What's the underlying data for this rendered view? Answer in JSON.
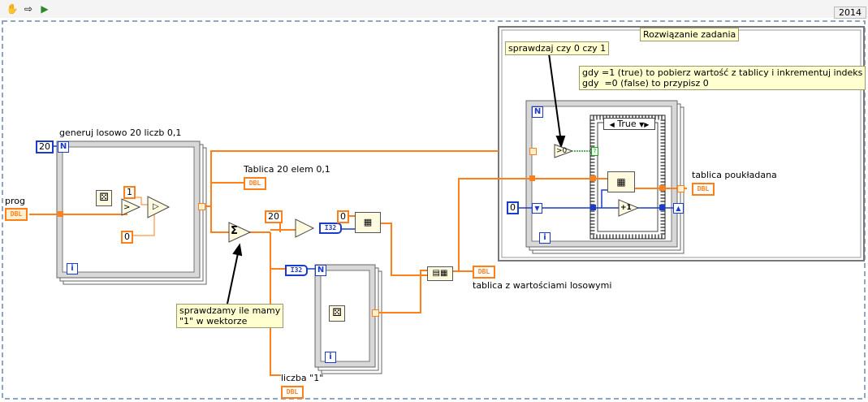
{
  "toolbar": {
    "version": "2014"
  },
  "labels": {
    "prog": "prog",
    "generate": "generuj losowo 20 liczb 0,1",
    "array20": "Tablica 20 elem 0,1",
    "random_array": "tablica z wartościami losowymi",
    "sorted": "tablica poukładana",
    "count_ones": "liczba \"1\"",
    "solution": "Rozwiązanie zadania",
    "check01": "sprawdzaj czy 0 czy 1",
    "rule": "gdy =1 (true) to pobierz wartość z tablicy i inkrementuj indeks\ngdy  =0 (false) to przypisz 0",
    "check_count": "sprawdzamy ile mamy\n\"1\" w wektorze",
    "case_selector": "True"
  },
  "constants": {
    "loop_count": "20",
    "one": "1",
    "zero": "0",
    "twenty": "20",
    "init_index": "0",
    "array_init": "0",
    "terminal_N": "N",
    "terminal_i": "i"
  },
  "types": {
    "dbl": "DBL",
    "i32": "I32"
  },
  "ops": {
    "sum": "Σ",
    "increment": "+1",
    "greater": ">",
    "greater_zero": ">0"
  }
}
